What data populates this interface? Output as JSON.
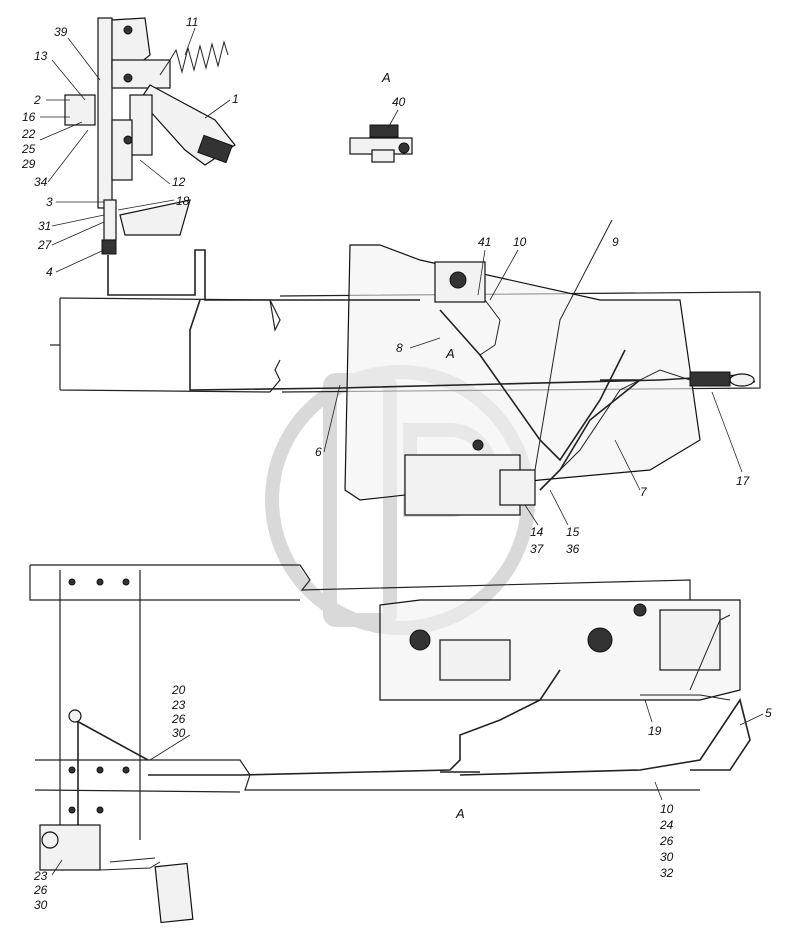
{
  "view_marks": {
    "top_A": "А",
    "mid_A": "А",
    "bottom_A": "А"
  },
  "callouts": {
    "c39": "39",
    "c13": "13",
    "c2": "2",
    "c16": "16",
    "c22_25_29": [
      "22",
      "25",
      "29"
    ],
    "c34": "34",
    "c11": "11",
    "c1": "1",
    "c12": "12",
    "c3": "3",
    "c18": "18",
    "c31": "31",
    "c27": "27",
    "c4": "4",
    "c40": "40",
    "c41": "41",
    "c10a": "10",
    "c9": "9",
    "c8": "8",
    "c6": "6",
    "c17": "17",
    "c7": "7",
    "c14_37": [
      "14",
      "37"
    ],
    "c15_36": [
      "15",
      "36"
    ],
    "c20_23_26_30": [
      "20",
      "23",
      "26",
      "30"
    ],
    "c5": "5",
    "c19": "19",
    "c10b": [
      "10",
      "24",
      "26",
      "30",
      "32"
    ],
    "c23_26_30": [
      "23",
      "26",
      "30"
    ]
  }
}
